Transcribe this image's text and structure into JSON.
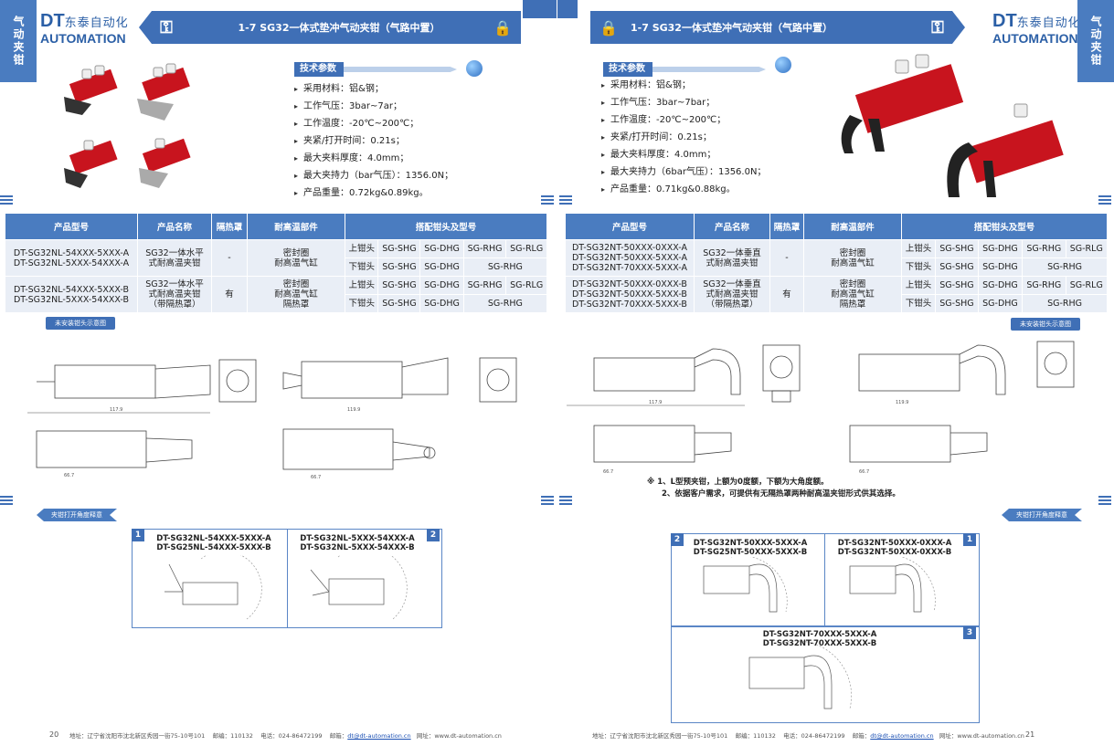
{
  "left": {
    "side_tab": "气动夹钳",
    "logo": {
      "dt": "DT",
      "cn": "东泰自动化",
      "en": "AUTOMATION"
    },
    "banner_title": "1-7  SG32一体式垫冲气动夹钳（气路中置）",
    "spec": {
      "heading": "技术参数",
      "items": [
        "采用材料：铝&钢；",
        "工作气压：3bar~7ar；",
        "工作温度：-20℃~200℃；",
        "夹紧/打开时间：0.21s；",
        "最大夹料厚度：4.0mm；",
        "最大夹持力（bar气压）：1356.0N；",
        "产品重量：0.72kg&0.89kg。"
      ]
    },
    "table": {
      "headers": [
        "产品型号",
        "产品名称",
        "隔热罩",
        "耐高温部件",
        "搭配钳头及型号"
      ],
      "rows": [
        {
          "models": [
            "DT-SG32NL-54XXX-5XXX-A",
            "DT-SG32NL-5XXX-54XXX-A"
          ],
          "name": [
            "SG32一体水平",
            "式耐高温夹钳"
          ],
          "shield": "-",
          "parts": [
            "密封圈",
            "耐高温气缸"
          ],
          "upper": {
            "label": "上钳头",
            "tips": [
              "SG-SHG",
              "SG-DHG",
              "SG-RHG",
              "SG-RLG"
            ]
          },
          "lower": {
            "label": "下钳头",
            "tips": [
              "SG-SHG",
              "SG-DHG",
              "SG-RHG"
            ]
          }
        },
        {
          "models": [
            "DT-SG32NL-54XXX-5XXX-B",
            "DT-SG32NL-5XXX-54XXX-B"
          ],
          "name": [
            "SG32一体水平",
            "式耐高温夹钳",
            "（带隔热罩）"
          ],
          "shield": "有",
          "parts": [
            "密封圈",
            "耐高温气缸",
            "隔热罩"
          ],
          "upper": {
            "label": "上钳头",
            "tips": [
              "SG-SHG",
              "SG-DHG",
              "SG-RHG",
              "SG-RLG"
            ]
          },
          "lower": {
            "label": "下钳头",
            "tips": [
              "SG-SHG",
              "SG-DHG",
              "SG-RHG"
            ]
          }
        }
      ]
    },
    "tag_install": "未安装钳头示意图",
    "tag_angle": "夹钳打开角度释意",
    "box1": {
      "num": "1",
      "title": [
        "DT-SG32NL-54XXX-5XXX-A",
        "DT-SG25NL-54XXX-5XXX-B"
      ]
    },
    "box2": {
      "num": "2",
      "title": [
        "DT-SG32NL-5XXX-54XXX-A",
        "DT-SG32NL-5XXX-54XXX-B"
      ]
    },
    "page_number": "20",
    "footer": {
      "addr": "地址：辽宁省沈阳市沈北新区秀园一街75-10号101",
      "zip": "邮编：110132",
      "tel": "电话：024-86472199",
      "mail_label": "邮箱：",
      "mail": "dt@dt-automation.cn",
      "web": "网址：www.dt-automation.cn"
    }
  },
  "right": {
    "side_tab": "气动夹钳",
    "logo": {
      "dt": "DT",
      "cn": "东泰自动化",
      "en": "AUTOMATION"
    },
    "banner_title": "1-7  SG32一体式垫冲气动夹钳（气路中置）",
    "spec": {
      "heading": "技术参数",
      "items": [
        "采用材料：铝&钢；",
        "工作气压：3bar~7bar；",
        "工作温度：-20℃~200℃；",
        "夹紧/打开时间：0.21s；",
        "最大夹料厚度：4.0mm；",
        "最大夹持力（6bar气压）：1356.0N；",
        "产品重量：0.71kg&0.88kg。"
      ]
    },
    "table": {
      "headers": [
        "产品型号",
        "产品名称",
        "隔热罩",
        "耐高温部件",
        "搭配钳头及型号"
      ],
      "rows": [
        {
          "models": [
            "DT-SG32NT-50XXX-0XXX-A",
            "DT-SG32NT-50XXX-5XXX-A",
            "DT-SG32NT-70XXX-5XXX-A"
          ],
          "name": [
            "SG32一体垂直",
            "式耐高温夹钳"
          ],
          "shield": "-",
          "parts": [
            "密封圈",
            "耐高温气缸"
          ],
          "upper": {
            "label": "上钳头",
            "tips": [
              "SG-SHG",
              "SG-DHG",
              "SG-RHG",
              "SG-RLG"
            ]
          },
          "lower": {
            "label": "下钳头",
            "tips": [
              "SG-SHG",
              "SG-DHG",
              "SG-RHG"
            ]
          }
        },
        {
          "models": [
            "DT-SG32NT-50XXX-0XXX-B",
            "DT-SG32NT-50XXX-5XXX-B",
            "DT-SG32NT-70XXX-5XXX-B"
          ],
          "name": [
            "SG32一体垂直",
            "式耐高温夹钳",
            "（带隔热罩）"
          ],
          "shield": "有",
          "parts": [
            "密封圈",
            "耐高温气缸",
            "隔热罩"
          ],
          "upper": {
            "label": "上钳头",
            "tips": [
              "SG-SHG",
              "SG-DHG",
              "SG-RHG",
              "SG-RLG"
            ]
          },
          "lower": {
            "label": "下钳头",
            "tips": [
              "SG-SHG",
              "SG-DHG",
              "SG-RHG"
            ]
          }
        }
      ]
    },
    "tag_install": "未安装钳头示意图",
    "tag_angle": "夹钳打开角度释意",
    "notes": [
      "※  1、L型预夹钳，上额为0度额，下额为大角度额。",
      "2、依据客户需求，可提供有无隔热罩两种耐高温夹钳形式供其选择。"
    ],
    "box1": {
      "num": "1",
      "title": [
        "DT-SG32NT-50XXX-0XXX-A",
        "DT-SG32NT-50XXX-0XXX-B"
      ]
    },
    "box2": {
      "num": "2",
      "title": [
        "DT-SG32NT-50XXX-5XXX-A",
        "DT-SG25NT-50XXX-5XXX-B"
      ]
    },
    "box3": {
      "num": "3",
      "title": [
        "DT-SG32NT-70XXX-5XXX-A",
        "DT-SG32NT-70XXX-5XXX-B"
      ]
    },
    "page_number": "21",
    "footer": {
      "addr": "地址：辽宁省沈阳市沈北新区秀园一街75-10号101",
      "zip": "邮编：110132",
      "tel": "电话：024-86472199",
      "mail_label": "邮箱：",
      "mail": "dt@dt-automation.cn",
      "web": "网址：www.dt-automation.cn"
    }
  },
  "colors": {
    "brand_blue": "#3f6fb6",
    "table_header": "#4a7cc0",
    "table_cell": "#e9eef6",
    "product_red": "#c8141e"
  }
}
